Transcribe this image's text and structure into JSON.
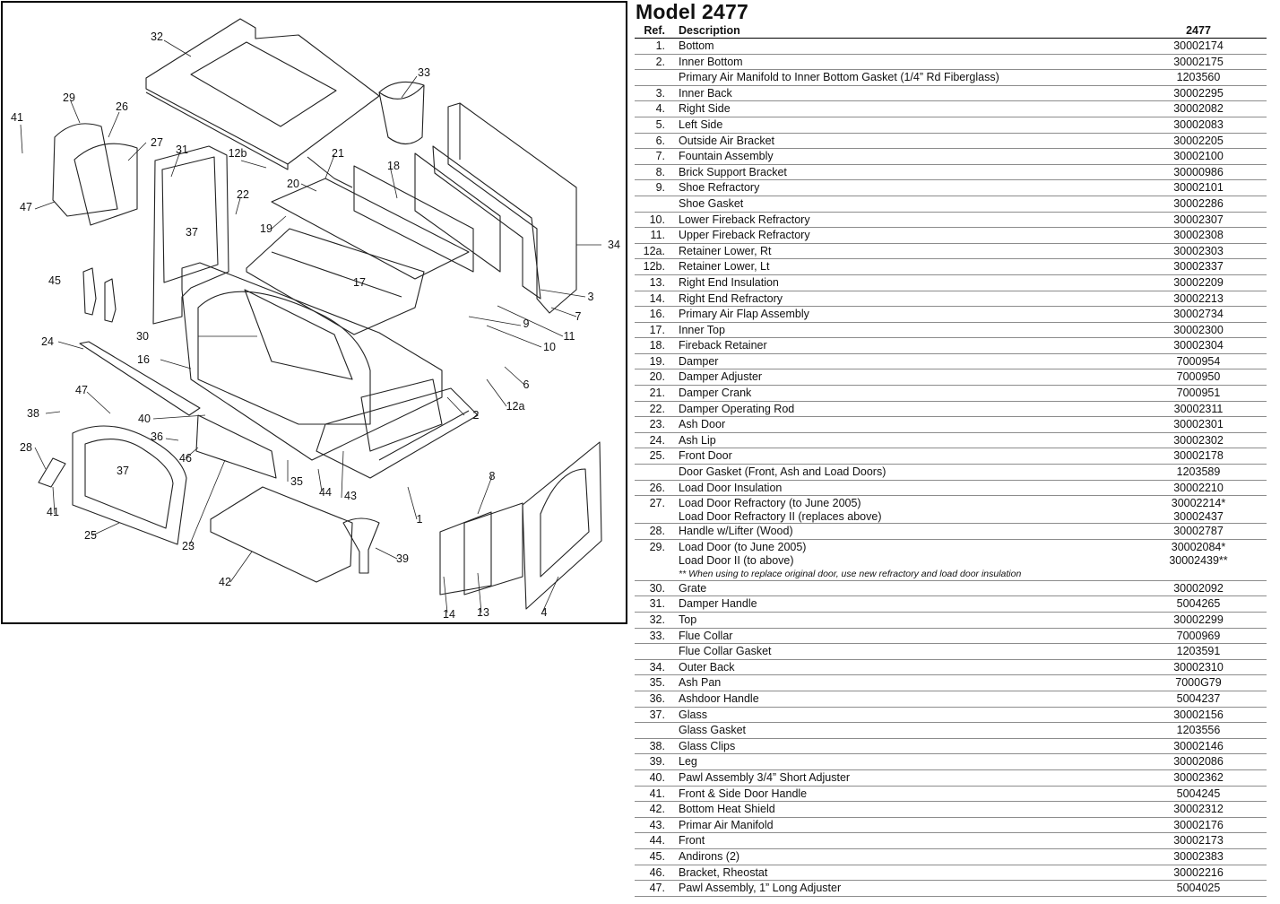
{
  "parts_list": {
    "title": "Model 2477",
    "header": {
      "ref": "Ref.",
      "description": "Description",
      "part_number": "2477"
    },
    "rows": [
      {
        "ref": "1.",
        "desc": [
          "Bottom"
        ],
        "num": [
          "30002174"
        ]
      },
      {
        "ref": "2.",
        "desc": [
          "Inner Bottom"
        ],
        "num": [
          "30002175"
        ]
      },
      {
        "ref": "",
        "desc": [
          "Primary Air Manifold to Inner Bottom Gasket (1/4” Rd Fiberglass)"
        ],
        "num": [
          "1203560"
        ]
      },
      {
        "ref": "3.",
        "desc": [
          "Inner Back"
        ],
        "num": [
          "30002295"
        ]
      },
      {
        "ref": "4.",
        "desc": [
          "Right Side"
        ],
        "num": [
          "30002082"
        ]
      },
      {
        "ref": "5.",
        "desc": [
          "Left Side"
        ],
        "num": [
          "30002083"
        ]
      },
      {
        "ref": "6.",
        "desc": [
          "Outside Air Bracket"
        ],
        "num": [
          "30002205"
        ]
      },
      {
        "ref": "7.",
        "desc": [
          "Fountain Assembly"
        ],
        "num": [
          "30002100"
        ]
      },
      {
        "ref": "8.",
        "desc": [
          "Brick Support Bracket"
        ],
        "num": [
          "30000986"
        ]
      },
      {
        "ref": "9.",
        "desc": [
          "Shoe Refractory"
        ],
        "num": [
          "30002101"
        ]
      },
      {
        "ref": "",
        "desc": [
          "Shoe Gasket"
        ],
        "num": [
          "30002286"
        ]
      },
      {
        "ref": "10.",
        "desc": [
          "Lower Fireback Refractory"
        ],
        "num": [
          "30002307"
        ]
      },
      {
        "ref": "11.",
        "desc": [
          "Upper Fireback Refractory"
        ],
        "num": [
          "30002308"
        ]
      },
      {
        "ref": "12a.",
        "desc": [
          "Retainer Lower, Rt"
        ],
        "num": [
          "30002303"
        ]
      },
      {
        "ref": "12b.",
        "desc": [
          "Retainer Lower, Lt"
        ],
        "num": [
          "30002337"
        ]
      },
      {
        "ref": "13.",
        "desc": [
          "Right End Insulation"
        ],
        "num": [
          "30002209"
        ]
      },
      {
        "ref": "14.",
        "desc": [
          "Right End Refractory"
        ],
        "num": [
          "30002213"
        ]
      },
      {
        "ref": "16.",
        "desc": [
          "Primary Air Flap Assembly"
        ],
        "num": [
          "30002734"
        ]
      },
      {
        "ref": "17.",
        "desc": [
          "Inner Top"
        ],
        "num": [
          "30002300"
        ]
      },
      {
        "ref": "18.",
        "desc": [
          "Fireback Retainer"
        ],
        "num": [
          "30002304"
        ]
      },
      {
        "ref": "19.",
        "desc": [
          "Damper"
        ],
        "num": [
          "7000954"
        ]
      },
      {
        "ref": "20.",
        "desc": [
          "Damper Adjuster"
        ],
        "num": [
          "7000950"
        ]
      },
      {
        "ref": "21.",
        "desc": [
          "Damper Crank"
        ],
        "num": [
          "7000951"
        ]
      },
      {
        "ref": "22.",
        "desc": [
          "Damper Operating Rod"
        ],
        "num": [
          "30002311"
        ]
      },
      {
        "ref": "23.",
        "desc": [
          "Ash Door"
        ],
        "num": [
          "30002301"
        ]
      },
      {
        "ref": "24.",
        "desc": [
          "Ash Lip"
        ],
        "num": [
          "30002302"
        ]
      },
      {
        "ref": "25.",
        "desc": [
          "Front Door"
        ],
        "num": [
          "30002178"
        ]
      },
      {
        "ref": "",
        "desc": [
          "Door Gasket (Front, Ash and Load Doors)"
        ],
        "num": [
          "1203589"
        ]
      },
      {
        "ref": "26.",
        "desc": [
          "Load Door Insulation"
        ],
        "num": [
          "30002210"
        ]
      },
      {
        "ref": "27.",
        "desc": [
          "Load Door Refractory (to June 2005)",
          "Load Door Refractory II (replaces above)"
        ],
        "num": [
          "30002214*",
          "30002437"
        ]
      },
      {
        "ref": "28.",
        "desc": [
          "Handle w/Lifter (Wood)"
        ],
        "num": [
          "30002787"
        ]
      },
      {
        "ref": "29.",
        "desc": [
          "Load Door (to June 2005)",
          "Load Door II (to above)"
        ],
        "num": [
          "30002084*",
          "30002439**"
        ],
        "note": "** When using to replace original door, use new refractory and load door insulation"
      },
      {
        "ref": "30.",
        "desc": [
          "Grate"
        ],
        "num": [
          "30002092"
        ]
      },
      {
        "ref": "31.",
        "desc": [
          "Damper Handle"
        ],
        "num": [
          "5004265"
        ]
      },
      {
        "ref": "32.",
        "desc": [
          "Top"
        ],
        "num": [
          "30002299"
        ]
      },
      {
        "ref": "33.",
        "desc": [
          "Flue Collar"
        ],
        "num": [
          "7000969"
        ]
      },
      {
        "ref": "",
        "desc": [
          "Flue Collar Gasket"
        ],
        "num": [
          "1203591"
        ]
      },
      {
        "ref": "34.",
        "desc": [
          "Outer Back"
        ],
        "num": [
          "30002310"
        ]
      },
      {
        "ref": "35.",
        "desc": [
          "Ash Pan"
        ],
        "num": [
          "7000G79"
        ]
      },
      {
        "ref": "36.",
        "desc": [
          "Ashdoor Handle"
        ],
        "num": [
          "5004237"
        ]
      },
      {
        "ref": "37.",
        "desc": [
          "Glass"
        ],
        "num": [
          "30002156"
        ]
      },
      {
        "ref": "",
        "desc": [
          "Glass Gasket"
        ],
        "num": [
          "1203556"
        ]
      },
      {
        "ref": "38.",
        "desc": [
          "Glass Clips"
        ],
        "num": [
          "30002146"
        ]
      },
      {
        "ref": "39.",
        "desc": [
          "Leg"
        ],
        "num": [
          "30002086"
        ]
      },
      {
        "ref": "40.",
        "desc": [
          "Pawl Assembly 3/4” Short Adjuster"
        ],
        "num": [
          "30002362"
        ]
      },
      {
        "ref": "41.",
        "desc": [
          "Front & Side Door Handle"
        ],
        "num": [
          "5004245"
        ]
      },
      {
        "ref": "42.",
        "desc": [
          "Bottom Heat Shield"
        ],
        "num": [
          "30002312"
        ]
      },
      {
        "ref": "43.",
        "desc": [
          "Primar Air Manifold"
        ],
        "num": [
          "30002176"
        ]
      },
      {
        "ref": "44.",
        "desc": [
          "Front"
        ],
        "num": [
          "30002173"
        ]
      },
      {
        "ref": "45.",
        "desc": [
          "Andirons (2)"
        ],
        "num": [
          "30002383"
        ]
      },
      {
        "ref": "46.",
        "desc": [
          "Bracket, Rheostat"
        ],
        "num": [
          "30002216"
        ]
      },
      {
        "ref": "47.",
        "desc": [
          "Pawl Assembly, 1” Long Adjuster"
        ],
        "num": [
          "5004025"
        ]
      }
    ]
  },
  "diagram": {
    "callouts": [
      "32",
      "33",
      "29",
      "26",
      "41",
      "27",
      "31",
      "12b",
      "21",
      "18",
      "20",
      "22",
      "47",
      "37",
      "19",
      "34",
      "17",
      "3",
      "45",
      "7",
      "9",
      "11",
      "30",
      "10",
      "24",
      "16",
      "6",
      "47",
      "12a",
      "38",
      "40",
      "2",
      "36",
      "28",
      "46",
      "37",
      "35",
      "44",
      "43",
      "8",
      "41",
      "1",
      "25",
      "23",
      "39",
      "42",
      "14",
      "13",
      "4"
    ]
  }
}
